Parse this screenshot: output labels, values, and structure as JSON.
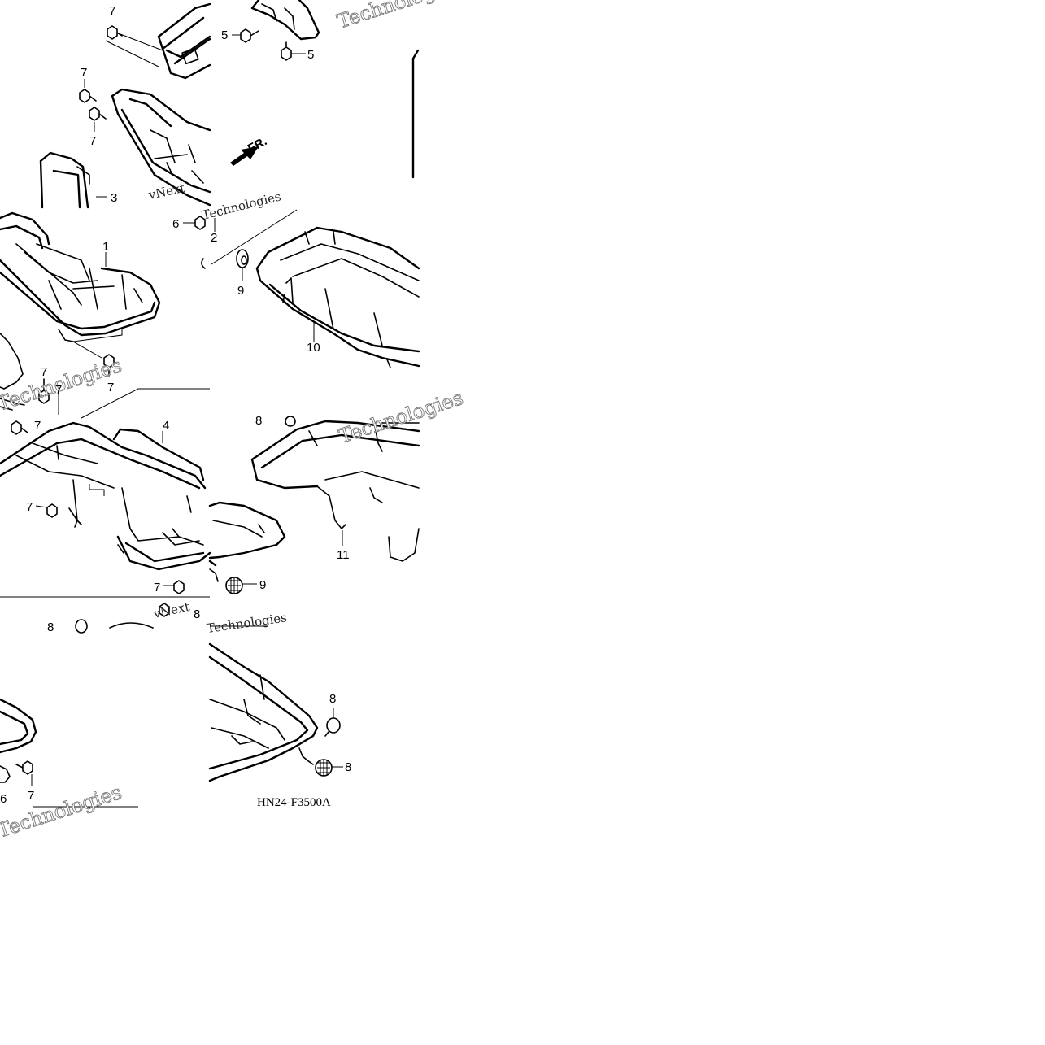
{
  "diagram": {
    "code": "HN24-F3500A",
    "direction_label": "FR.",
    "watermark": {
      "line1": "vNext",
      "line2": "Technologies"
    },
    "callouts": {
      "c1": "1",
      "c2": "2",
      "c3": "3",
      "c4": "4",
      "c5": "5",
      "c6": "6",
      "c7": "7",
      "c8": "8",
      "c9": "9",
      "c10": "10",
      "c11": "11"
    }
  }
}
